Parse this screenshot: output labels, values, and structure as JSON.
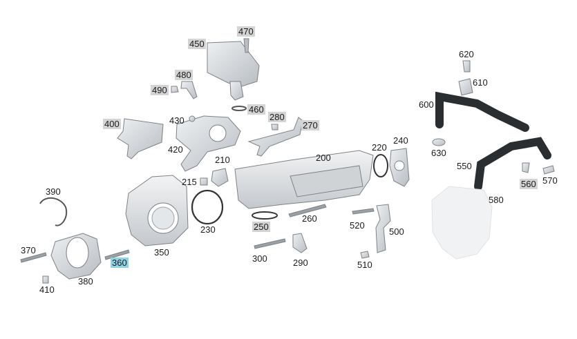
{
  "colors": {
    "part_fill": "#d8dcdf",
    "part_stroke": "#7d8185",
    "hose": "#2b2e31",
    "label_grey": "#d4d4d4",
    "label_selected": "#8fd3e4"
  },
  "callouts": {
    "c470": "470",
    "c450": "450",
    "c480": "480",
    "c490": "490",
    "c460": "460",
    "c430": "430",
    "c400": "400",
    "c420": "420",
    "c280": "280",
    "c270": "270",
    "c210": "210",
    "c215": "215",
    "c200": "200",
    "c220": "220",
    "c240": "240",
    "c390": "390",
    "c230": "230",
    "c250": "250",
    "c260": "260",
    "c520": "520",
    "c500": "500",
    "c370": "370",
    "c360": "360",
    "c350": "350",
    "c300": "300",
    "c290": "290",
    "c510": "510",
    "c380": "380",
    "c410": "410",
    "c620": "620",
    "c610": "610",
    "c600": "600",
    "c630": "630",
    "c550": "550",
    "c560": "560",
    "c570": "570",
    "c580": "580"
  }
}
